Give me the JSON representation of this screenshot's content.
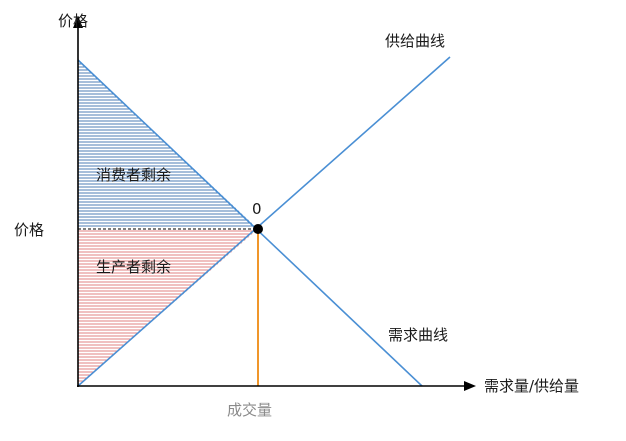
{
  "labels": {
    "y_axis_top": "价格",
    "y_axis_price": "价格",
    "x_axis": "需求量/供给量",
    "supply_curve": "供给曲线",
    "demand_curve": "需求曲线",
    "consumer_surplus": "消费者剩余",
    "producer_surplus": "生产者剩余",
    "equilibrium_point": "0",
    "quantity": "成交量"
  },
  "colors": {
    "axis": "#000000",
    "curve": "#4a8fd4",
    "consumer_hatch": "#4d7eb5",
    "producer_hatch": "#e08080",
    "quantity_line": "#f0962a",
    "price_dash": "#333333",
    "point": "#000000"
  }
}
